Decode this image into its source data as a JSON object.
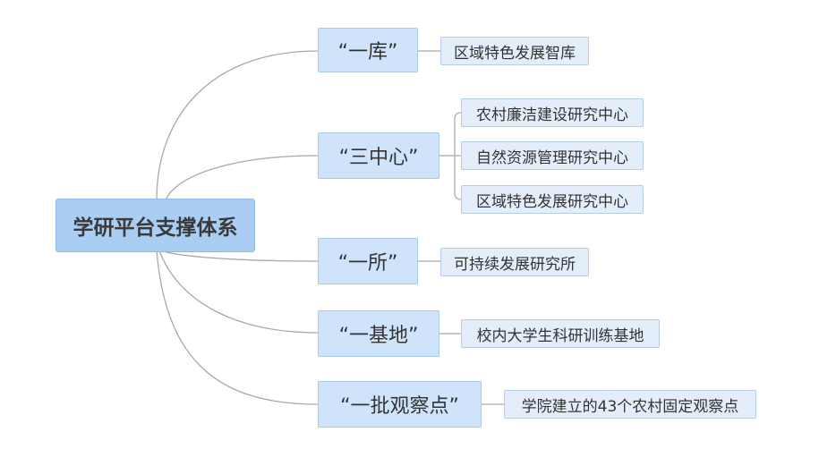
{
  "root": {
    "label": "学研平台支撑体系"
  },
  "branches": [
    {
      "label": "“一库”",
      "children": [
        "区域特色发展智库"
      ]
    },
    {
      "label": "“三中心”",
      "children": [
        "农村廉洁建设研究中心",
        "自然资源管理研究中心",
        "区域特色发展研究中心"
      ]
    },
    {
      "label": "“一所”",
      "children": [
        "可持续发展研究所"
      ]
    },
    {
      "label": "“一基地”",
      "children": [
        "校内大学生科研训练基地"
      ]
    },
    {
      "label": "“一批观察点”",
      "children": [
        "学院建立的43个农村固定观察点"
      ]
    }
  ]
}
